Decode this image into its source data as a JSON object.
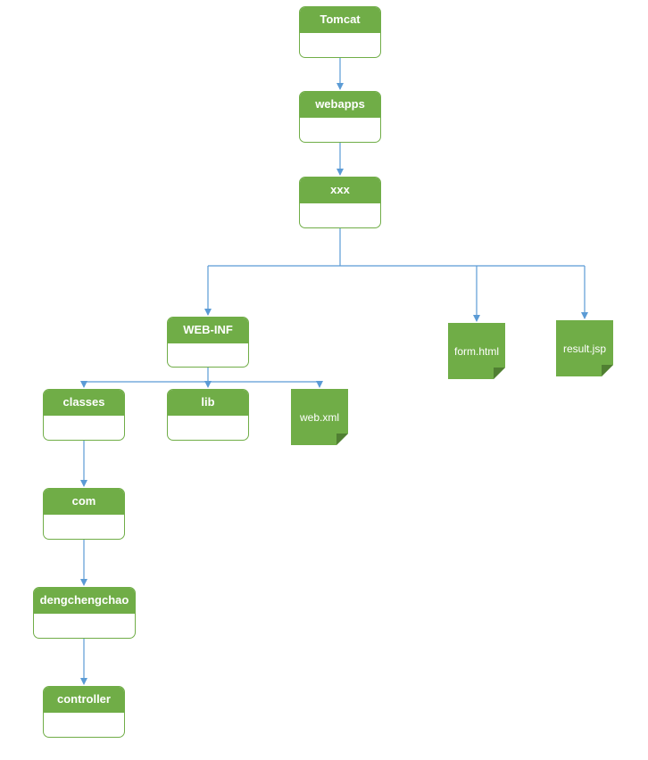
{
  "colors": {
    "node": "#70ad47",
    "connector": "#5b9bd5",
    "text": "#ffffff"
  },
  "nodes": {
    "tomcat": "Tomcat",
    "webapps": "webapps",
    "xxx": "xxx",
    "web_inf": "WEB-INF",
    "classes": "classes",
    "lib": "lib",
    "com": "com",
    "dengchengchao": "dengchengchao",
    "controller": "controller"
  },
  "files": {
    "form_html": "form.html",
    "result_jsp": "result.jsp",
    "web_xml": "web.xml"
  }
}
